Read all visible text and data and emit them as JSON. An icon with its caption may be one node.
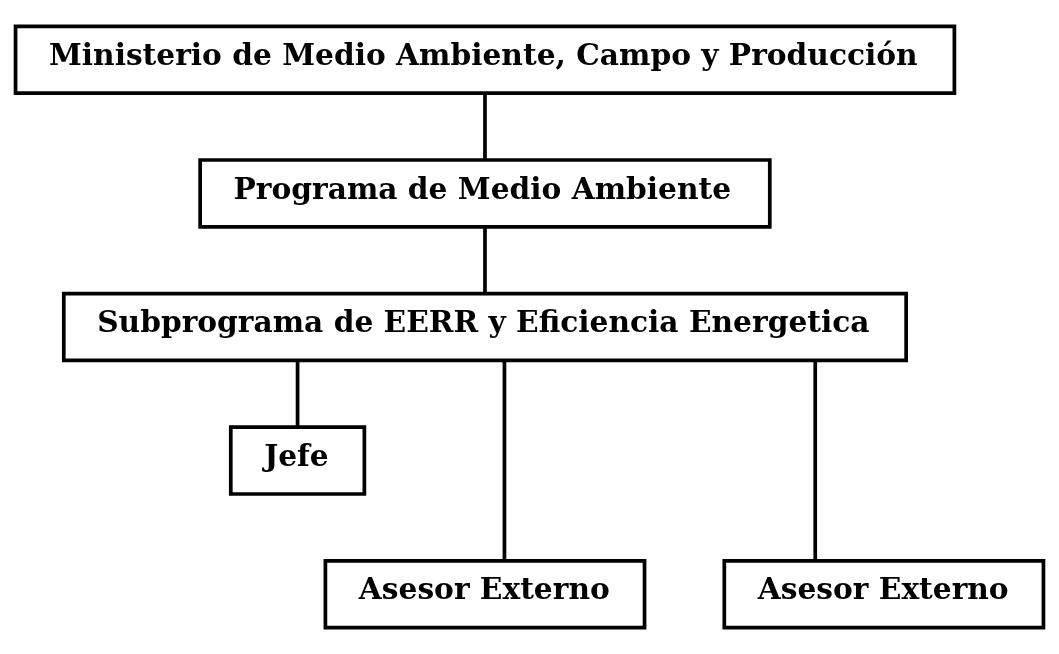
{
  "diagram": {
    "nodes": [
      {
        "text": [
          "Ministerio de Medio Ambiente, Campo y Producción"
        ]
      },
      {
        "text": [
          "Programa de Medio Ambiente"
        ]
      },
      {
        "text": [
          "Subprograma de EERR y Eficiencia Energetica"
        ]
      },
      {
        "text": [
          "Jefe"
        ]
      },
      {
        "text": [
          "Asesor Externo"
        ]
      },
      {
        "text": [
          "Asesor Externo"
        ]
      }
    ],
    "edges": [
      {
        "from": 0,
        "to": 1,
        "arrow": "none"
      },
      {
        "from": 1,
        "to": 2,
        "arrow": "none"
      },
      {
        "from": 2,
        "to": 3,
        "arrow": "none"
      },
      {
        "from": 2,
        "to": 4,
        "arrow": "none"
      },
      {
        "from": 2,
        "to": 5,
        "arrow": "none"
      }
    ]
  }
}
